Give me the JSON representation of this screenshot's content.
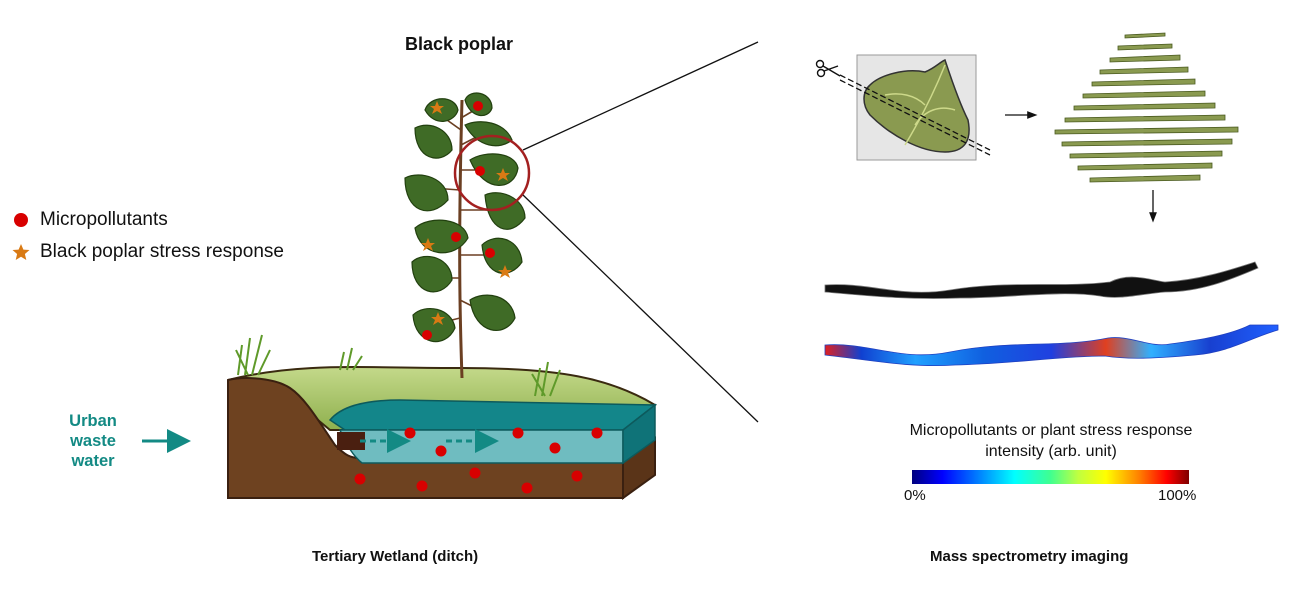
{
  "titles": {
    "tree": "Black poplar",
    "wetland": "Tertiary Wetland (ditch)",
    "msi": "Mass spectrometry imaging"
  },
  "legend": {
    "items": [
      {
        "label": "Micropollutants",
        "color": "#d80000",
        "shape": "circle"
      },
      {
        "label": "Black poplar stress response",
        "color": "#d97a14",
        "shape": "star"
      }
    ]
  },
  "inflow": {
    "lines": [
      "Urban",
      "waste",
      "water"
    ],
    "color": "#138a84"
  },
  "colorbar": {
    "title_line1": "Micropollutants or plant stress response",
    "title_line2": "intensity (arb. unit)",
    "min_label": "0%",
    "max_label": "100%"
  },
  "colors": {
    "leaf": "#3f6b26",
    "soil": "#6e4220",
    "water": "#6fbcc0",
    "grass": "#a9c86a",
    "circle": "#a32020"
  }
}
